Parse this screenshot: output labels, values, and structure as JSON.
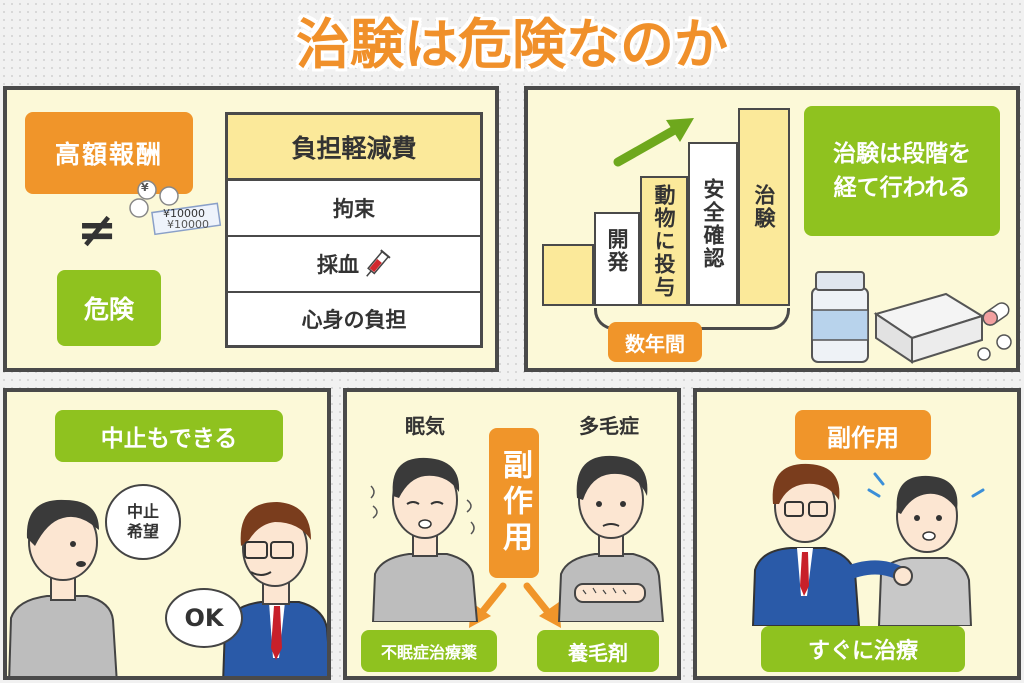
{
  "title": "治験は危険なのか",
  "panel1": {
    "reward_label": "高額報酬",
    "not_equal_symbol": "≠",
    "danger_label": "危険",
    "bill_text_1": "¥10000",
    "bill_text_2": "¥10000",
    "coin_symbol": "¥",
    "table_header": "負担軽減費",
    "table_rows": [
      "拘束",
      "採血",
      "心身の負担"
    ]
  },
  "panel2": {
    "steps": [
      "開発",
      "動物に投与",
      "安全確認",
      "治験"
    ],
    "duration_label": "数年間",
    "stage_message_line1": "治験は段階を",
    "stage_message_line2": "経て行われる"
  },
  "panel3": {
    "label": "中止もできる",
    "speech_stop": "中止\n希望",
    "speech_ok": "OK"
  },
  "panel4": {
    "sleepy_label": "眠気",
    "hair_label": "多毛症",
    "side_effect_label": "副作用",
    "drug_left": "不眠症治療薬",
    "drug_right": "養毛剤"
  },
  "panel5": {
    "side_effect_label": "副作用",
    "treatment_label": "すぐに治療"
  },
  "colors": {
    "orange": "#f0952a",
    "green": "#8fc21f",
    "panel_bg": "#fcf9d8",
    "table_header_bg": "#fbe99a",
    "border": "#4a4a4a",
    "suit_blue": "#2a5aa8",
    "red_tie": "#c8202a"
  }
}
